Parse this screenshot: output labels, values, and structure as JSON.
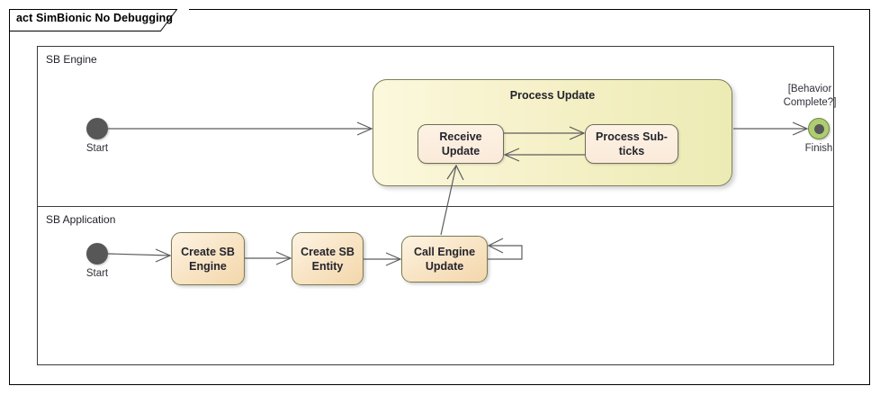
{
  "frame": {
    "title": "act SimBionic No Debugging"
  },
  "partitions": [
    {
      "name": "sb-engine",
      "label": "SB Engine"
    },
    {
      "name": "sb-application",
      "label": "SB Application"
    }
  ],
  "engine": {
    "start_caption": "Start",
    "composite_title": "Process Update",
    "nodes": [
      {
        "name": "receive-update",
        "label": "Receive Update"
      },
      {
        "name": "process-subticks",
        "label": "Process Sub-ticks"
      }
    ],
    "finish_guard": "[Behavior Complete?]",
    "finish_guard_line1": "[Behavior",
    "finish_guard_line2": "Complete?]",
    "finish_caption": "Finish"
  },
  "application": {
    "start_caption": "Start",
    "nodes": [
      {
        "name": "create-sb-engine",
        "label": "Create SB Engine"
      },
      {
        "name": "create-sb-entity",
        "label": "Create SB Entity"
      },
      {
        "name": "call-engine-update",
        "label": "Call Engine Update"
      }
    ]
  },
  "colors": {
    "node_fill": "#f8e3c2",
    "composite_fill": "#f2f0c4",
    "start_fill": "#575757",
    "finish_fill": "#aecd72",
    "edge_stroke": "#5c5c5c",
    "frame_stroke": "#000000"
  }
}
